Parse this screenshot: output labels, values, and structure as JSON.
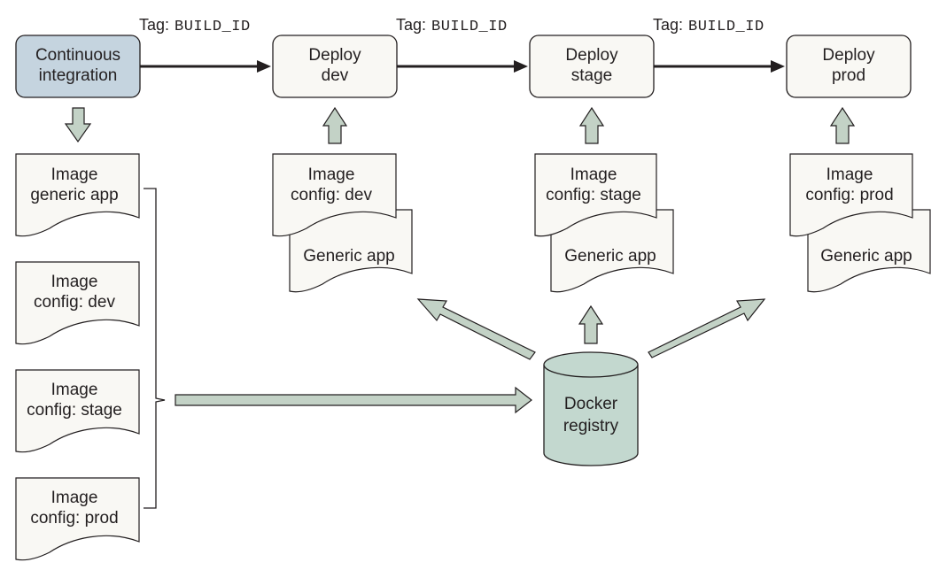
{
  "pipeline": {
    "ci": {
      "line1": "Continuous",
      "line2": "integration"
    },
    "tags": [
      {
        "prefix": "Tag:",
        "code": "BUILD_ID"
      },
      {
        "prefix": "Tag:",
        "code": "BUILD_ID"
      },
      {
        "prefix": "Tag:",
        "code": "BUILD_ID"
      }
    ],
    "stages": [
      {
        "line1": "Deploy",
        "line2": "dev"
      },
      {
        "line1": "Deploy",
        "line2": "stage"
      },
      {
        "line1": "Deploy",
        "line2": "prod"
      }
    ]
  },
  "left_images": [
    {
      "line1": "Image",
      "line2": "generic app"
    },
    {
      "line1": "Image",
      "line2": "config: dev"
    },
    {
      "line1": "Image",
      "line2": "config: stage"
    },
    {
      "line1": "Image",
      "line2": "config: prod"
    }
  ],
  "stacks": [
    {
      "config_line1": "Image",
      "config_line2": "config: dev",
      "generic": "Generic app"
    },
    {
      "config_line1": "Image",
      "config_line2": "config: stage",
      "generic": "Generic app"
    },
    {
      "config_line1": "Image",
      "config_line2": "config: prod",
      "generic": "Generic app"
    }
  ],
  "registry": {
    "line1": "Docker",
    "line2": "registry"
  },
  "colors": {
    "ci_fill": "#c5d4df",
    "box_fill": "#f9f8f4",
    "arrow_fill": "#c3d2c6",
    "registry_fill": "#c3d8cf",
    "stroke": "#231f20"
  }
}
